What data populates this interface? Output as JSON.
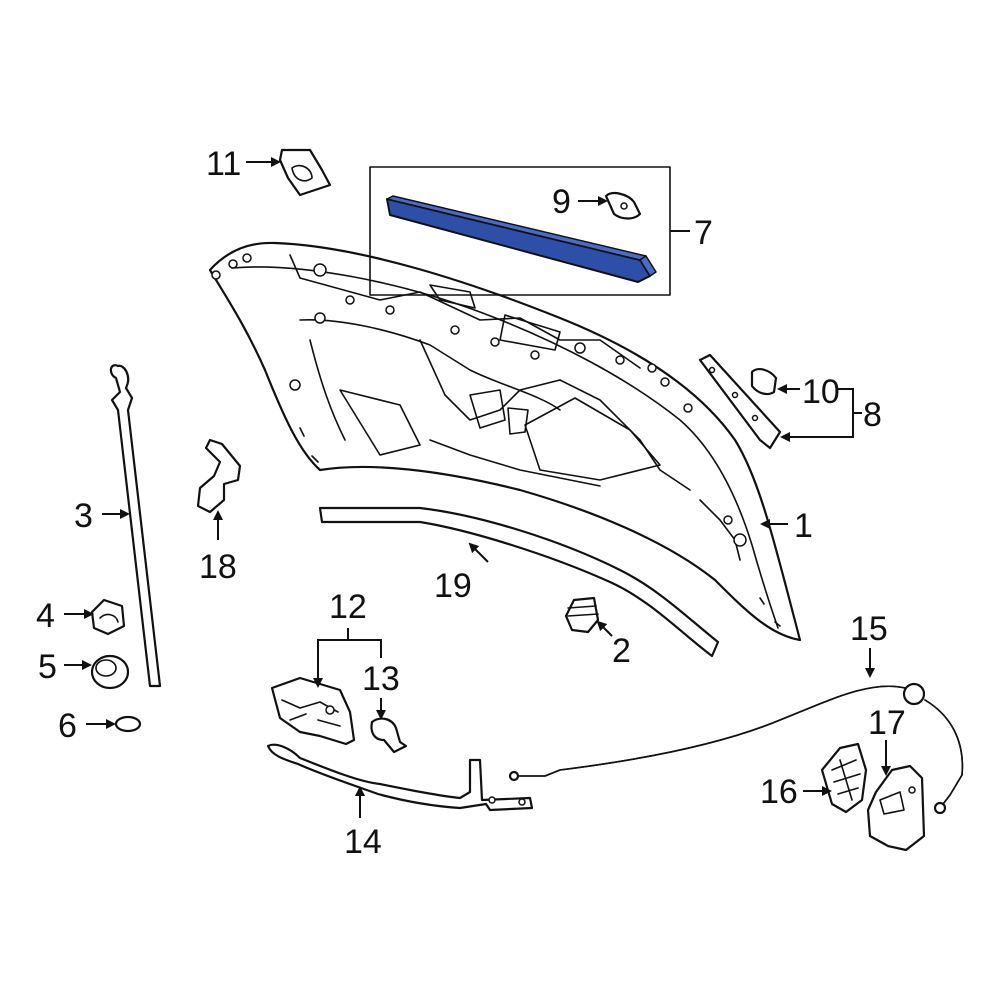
{
  "diagram": {
    "callouts": {
      "c1": "1",
      "c2": "2",
      "c3": "3",
      "c4": "4",
      "c5": "5",
      "c6": "6",
      "c7": "7",
      "c8": "8",
      "c9": "9",
      "c10": "10",
      "c11": "11",
      "c12": "12",
      "c13": "13",
      "c14": "14",
      "c15": "15",
      "c16": "16",
      "c17": "17",
      "c18": "18",
      "c19": "19"
    },
    "highlighted_part": "7",
    "highlight_color": "#2e4fa8"
  }
}
